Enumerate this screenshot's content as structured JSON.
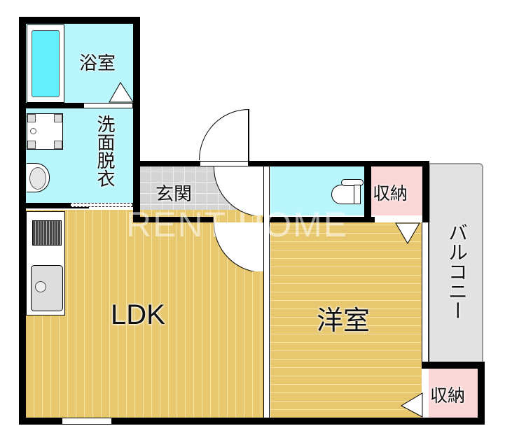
{
  "floorplan": {
    "rooms": {
      "bathroom": "浴室",
      "washroom": "洗面脱衣",
      "entrance": "玄関",
      "storage_top": "収納",
      "balcony": "バルコニー",
      "ldk": "LDK",
      "western_room": "洋室",
      "storage_bottom": "収納"
    },
    "watermark": "RENT HOME",
    "colors": {
      "wet_area": "#b8f6fc",
      "wood_floor": "#e8c86e",
      "entrance_tile": "#d4d4d4",
      "storage": "#fad7d7",
      "balcony": "#e2e2e2",
      "wall": "#000000"
    }
  }
}
